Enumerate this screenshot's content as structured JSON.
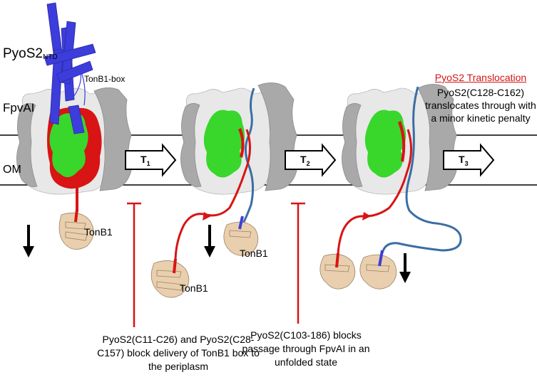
{
  "labels": {
    "pyos2_main": "PyoS2",
    "pyos2_sub": "NTD",
    "tonb1_box": "TonB1-box",
    "fpvai": "FpvAI",
    "om": "OM",
    "tonb1": "TonB1"
  },
  "steps": [
    {
      "letter": "T",
      "index": "1"
    },
    {
      "letter": "T",
      "index": "2"
    },
    {
      "letter": "T",
      "index": "3"
    }
  ],
  "translocation": {
    "title": "PyoS2 Translocation",
    "body": "PyoS2(C128-C162) translocates through with a minor kinetic penalty"
  },
  "blocks": {
    "first": "PyoS2(C11-C26) and PyoS2(C28-C157) block delivery of TonB1 box to the periplasm",
    "second": "PyoS2(C103-186) blocks passage through FpvAI in an unfolded state"
  },
  "colors": {
    "helix": "#3d3ddb",
    "barrel_grey": "#a9a9a9",
    "barrel_white": "#e8e8e8",
    "plug_green": "#39d62c",
    "plug_red": "#d81414",
    "tonb_tan": "#e9cfae",
    "chain_blue": "#3a6ea5",
    "chain_red": "#d81414",
    "block_red": "#d81414"
  }
}
